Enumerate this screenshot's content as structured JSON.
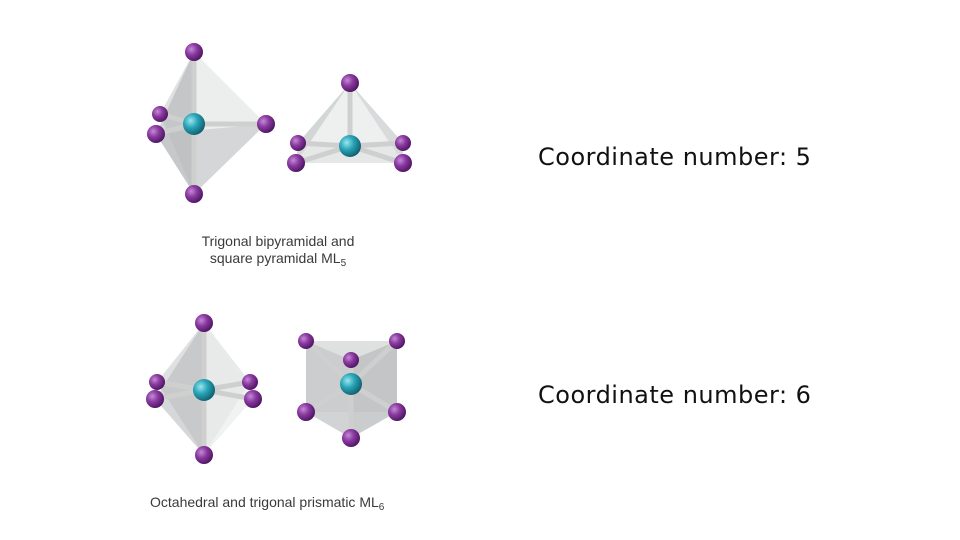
{
  "slide": {
    "top_caption": {
      "line1": "Trigonal bipyramidal and",
      "line2_text": "square pyramidal ML",
      "line2_sub": "5"
    },
    "bottom_caption": {
      "text": "Octahedral and trigonal prismatic ML",
      "sub": "6"
    },
    "label_cn5": "Coordinate number: 5",
    "label_cn6": "Coordinate number: 6"
  },
  "colors": {
    "ligand": "#7b2d8e",
    "metal": "#2aa5b8",
    "bond": "#c9c9c9",
    "face_light": "#e6e8e8",
    "face_dark": "#b9bcbd"
  }
}
